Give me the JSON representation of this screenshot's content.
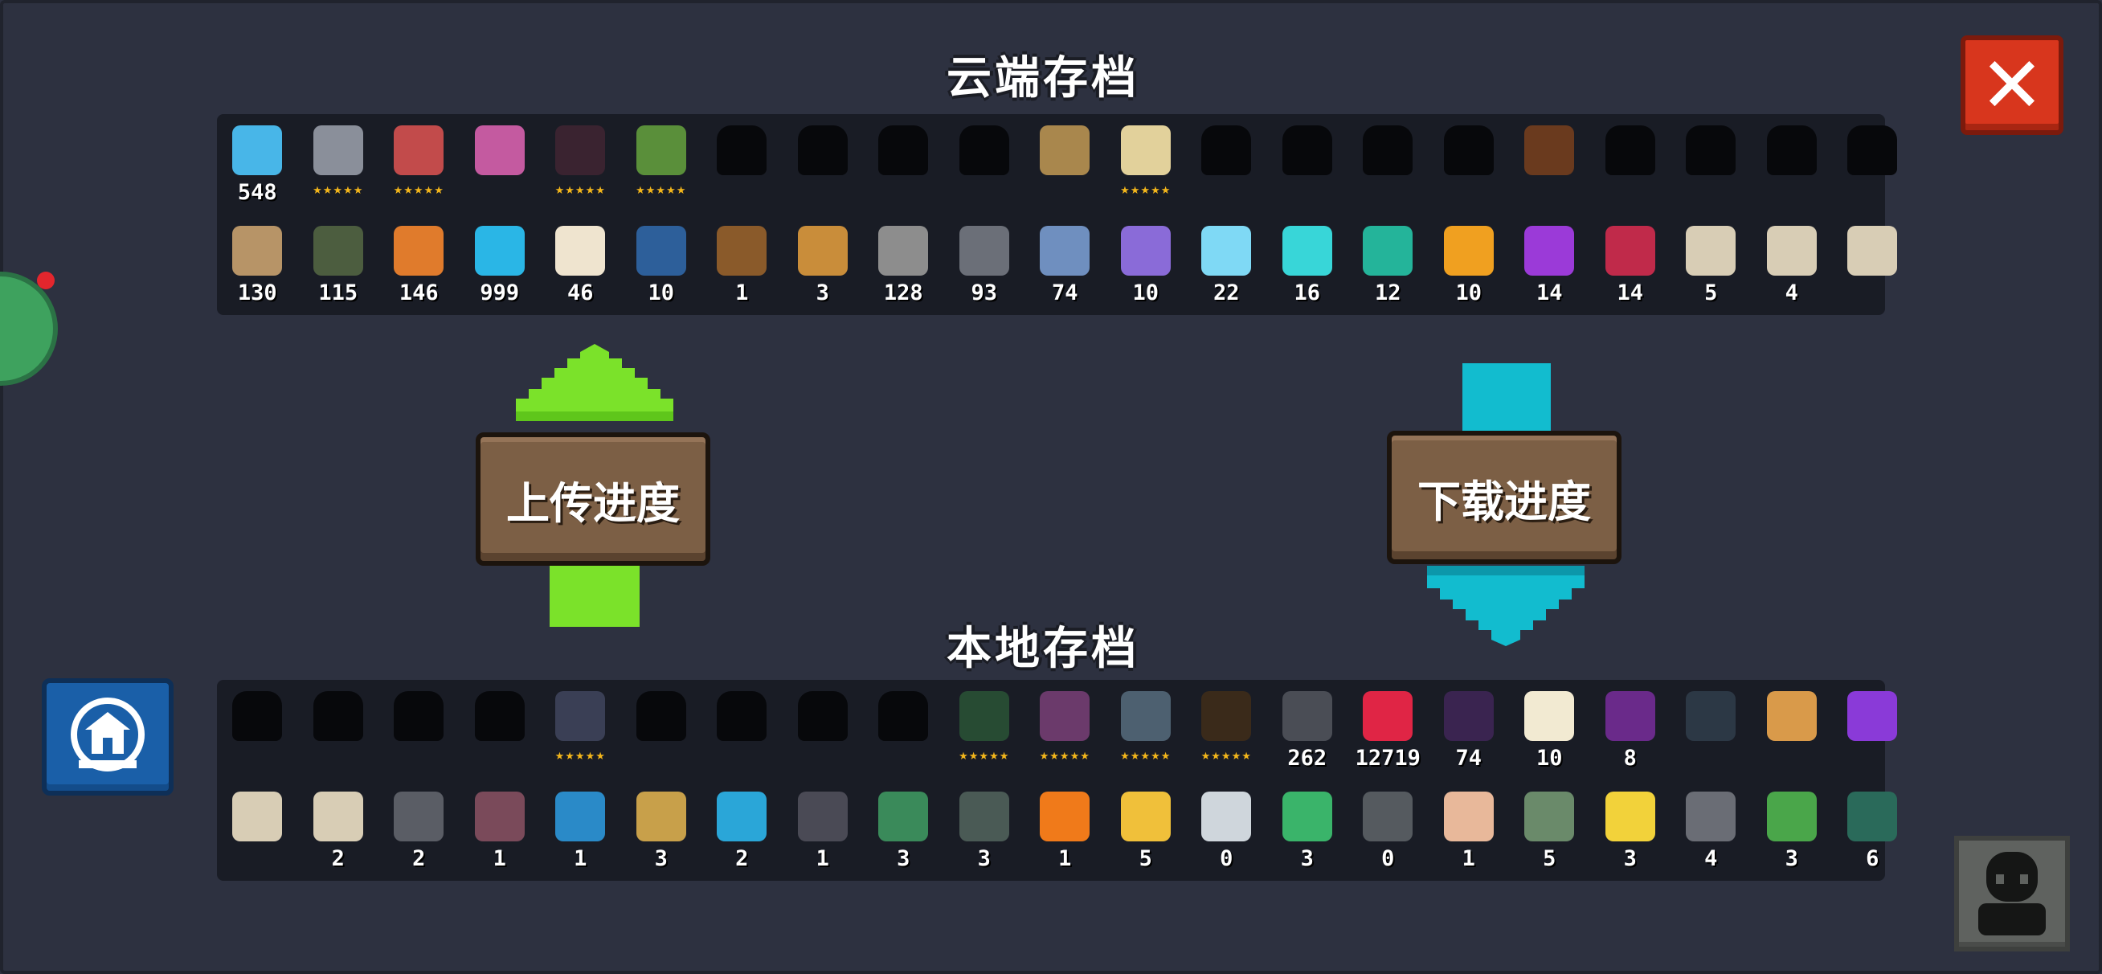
{
  "cloud": {
    "title": "云端存档",
    "characters": [
      {
        "name": "gems",
        "count": "548",
        "stars": ""
      },
      {
        "name": "knight",
        "count": "",
        "stars": "★★★★★"
      },
      {
        "name": "rogue",
        "count": "",
        "stars": "★★★★★"
      },
      {
        "name": "witch",
        "count": "",
        "stars": ""
      },
      {
        "name": "assassin",
        "count": "",
        "stars": "★★★★★"
      },
      {
        "name": "engineer",
        "count": "",
        "stars": "★★★★★"
      },
      {
        "name": "locked",
        "count": "",
        "stars": ""
      },
      {
        "name": "locked",
        "count": "",
        "stars": ""
      },
      {
        "name": "locked",
        "count": "",
        "stars": ""
      },
      {
        "name": "locked",
        "count": "",
        "stars": ""
      },
      {
        "name": "werewolf",
        "count": "",
        "stars": ""
      },
      {
        "name": "priest",
        "count": "",
        "stars": "★★★★★"
      },
      {
        "name": "locked",
        "count": "",
        "stars": ""
      },
      {
        "name": "locked",
        "count": "",
        "stars": ""
      },
      {
        "name": "locked",
        "count": "",
        "stars": ""
      },
      {
        "name": "locked",
        "count": "",
        "stars": ""
      },
      {
        "name": "officer",
        "count": "",
        "stars": ""
      },
      {
        "name": "locked",
        "count": "",
        "stars": ""
      },
      {
        "name": "locked",
        "count": "",
        "stars": ""
      },
      {
        "name": "locked",
        "count": "",
        "stars": ""
      },
      {
        "name": "locked",
        "count": "",
        "stars": ""
      }
    ],
    "materials": [
      {
        "name": "cloth",
        "count": "130"
      },
      {
        "name": "battery",
        "count": "115"
      },
      {
        "name": "ore",
        "count": "146"
      },
      {
        "name": "blue-crystal",
        "count": "999"
      },
      {
        "name": "sack",
        "count": "46"
      },
      {
        "name": "fish",
        "count": "10"
      },
      {
        "name": "bone",
        "count": "1"
      },
      {
        "name": "pipe",
        "count": "3"
      },
      {
        "name": "gear",
        "count": "128"
      },
      {
        "name": "stone",
        "count": "93"
      },
      {
        "name": "fabric",
        "count": "74"
      },
      {
        "name": "purple-leaf",
        "count": "10"
      },
      {
        "name": "ice-leaf",
        "count": "22"
      },
      {
        "name": "cyan-leaf",
        "count": "16"
      },
      {
        "name": "green-leaf",
        "count": "12"
      },
      {
        "name": "orange-leaf",
        "count": "10"
      },
      {
        "name": "violet-leaf",
        "count": "14"
      },
      {
        "name": "red-leaf",
        "count": "14"
      },
      {
        "name": "scroll",
        "count": "5"
      },
      {
        "name": "scroll",
        "count": "4"
      },
      {
        "name": "scroll",
        "count": ""
      }
    ]
  },
  "local": {
    "title": "本地存档",
    "characters": [
      {
        "name": "locked",
        "count": "",
        "stars": ""
      },
      {
        "name": "locked",
        "count": "",
        "stars": ""
      },
      {
        "name": "locked",
        "count": "",
        "stars": ""
      },
      {
        "name": "locked",
        "count": "",
        "stars": ""
      },
      {
        "name": "vampire",
        "count": "",
        "stars": "★★★★★"
      },
      {
        "name": "locked",
        "count": "",
        "stars": ""
      },
      {
        "name": "locked",
        "count": "",
        "stars": ""
      },
      {
        "name": "locked",
        "count": "",
        "stars": ""
      },
      {
        "name": "locked",
        "count": "",
        "stars": ""
      },
      {
        "name": "cabinet",
        "count": "",
        "stars": "★★★★★"
      },
      {
        "name": "books",
        "count": "",
        "stars": "★★★★★"
      },
      {
        "name": "pot",
        "count": "",
        "stars": "★★★★★"
      },
      {
        "name": "plant",
        "count": "",
        "stars": "★★★★★"
      },
      {
        "name": "gun",
        "count": "262",
        "stars": ""
      },
      {
        "name": "slime",
        "count": "12719",
        "stars": ""
      },
      {
        "name": "demon",
        "count": "74",
        "stars": ""
      },
      {
        "name": "card",
        "count": "10",
        "stars": ""
      },
      {
        "name": "purple-badge",
        "count": "8",
        "stars": ""
      },
      {
        "name": "cat",
        "count": "",
        "stars": ""
      },
      {
        "name": "dog",
        "count": "",
        "stars": ""
      },
      {
        "name": "rocket",
        "count": "",
        "stars": ""
      }
    ],
    "materials": [
      {
        "name": "scroll",
        "count": ""
      },
      {
        "name": "scroll",
        "count": "2"
      },
      {
        "name": "robot-part",
        "count": "2"
      },
      {
        "name": "crate",
        "count": "1"
      },
      {
        "name": "turret",
        "count": "1"
      },
      {
        "name": "machine",
        "count": "3"
      },
      {
        "name": "feather",
        "count": "2"
      },
      {
        "name": "device",
        "count": "1"
      },
      {
        "name": "drill",
        "count": "3"
      },
      {
        "name": "can",
        "count": "3"
      },
      {
        "name": "carrot",
        "count": "1"
      },
      {
        "name": "chip",
        "count": "5"
      },
      {
        "name": "skull",
        "count": "0"
      },
      {
        "name": "herb",
        "count": "3"
      },
      {
        "name": "golem",
        "count": "0"
      },
      {
        "name": "face",
        "count": "1"
      },
      {
        "name": "creeper",
        "count": "5"
      },
      {
        "name": "moon",
        "count": "3"
      },
      {
        "name": "robot",
        "count": "4"
      },
      {
        "name": "tank",
        "count": "3"
      },
      {
        "name": "tower",
        "count": "6"
      }
    ]
  },
  "buttons": {
    "upload": "上传进度",
    "download": "下载进度",
    "close": "✕"
  },
  "colors": {
    "upload_arrow": "#7be22a",
    "download_arrow": "#12bccf",
    "panel": "#191c25",
    "background": "#2d3140"
  }
}
